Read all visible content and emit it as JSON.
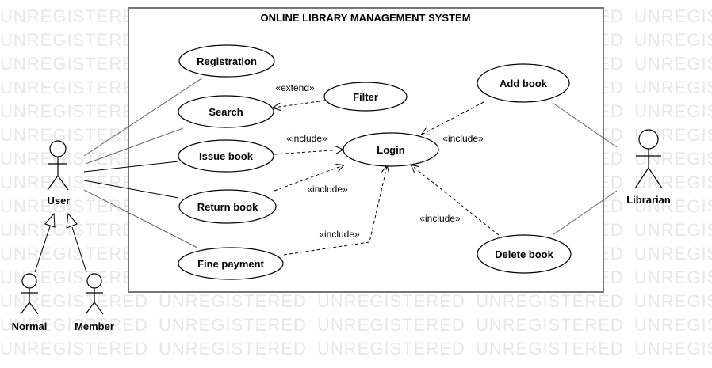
{
  "watermark": "UNREGISTERED",
  "system": {
    "title": "ONLINE LIBRARY MANAGEMENT SYSTEM"
  },
  "use_cases": {
    "registration": "Registration",
    "search": "Search",
    "filter": "Filter",
    "issue_book": "Issue book",
    "login": "Login",
    "return_book": "Return book",
    "fine_payment": "Fine payment",
    "add_book": "Add book",
    "delete_book": "Delete book"
  },
  "actors": {
    "user": "User",
    "normal": "Normal",
    "member": "Member",
    "librarian": "Librarian"
  },
  "relations": {
    "extend": "«extend»",
    "include_issue": "«include»",
    "include_return": "«include»",
    "include_fine": "«include»",
    "include_add": "«include»",
    "include_delete": "«include»"
  }
}
